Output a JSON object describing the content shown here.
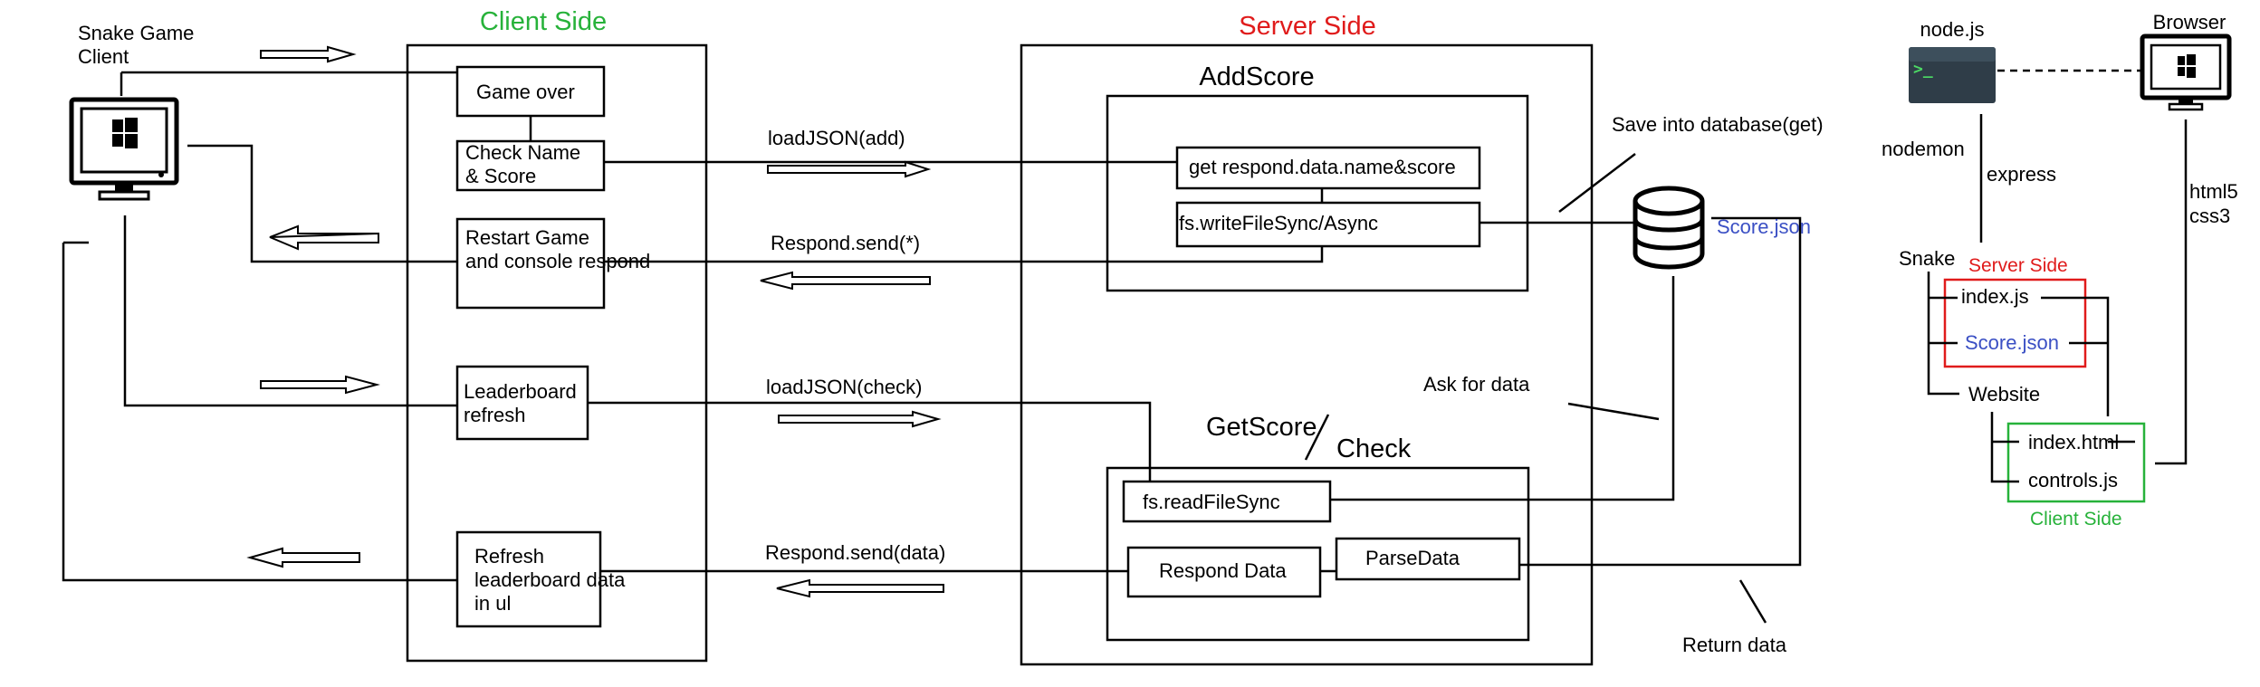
{
  "colors": {
    "green": "#27b23a",
    "red": "#e01b1b",
    "blue": "#3a4fc4"
  },
  "client": {
    "name": "Snake Game Client",
    "icon": "windows-monitor-icon",
    "section_title": "Client Side",
    "boxes": {
      "game_over": "Game over",
      "check_name": "Check Name & Score",
      "restart": "Restart Game and console respond",
      "leaderboard": "Leaderboard refresh",
      "refresh": "Refresh leaderboard data in ul"
    }
  },
  "flows": {
    "load_add": "loadJSON(add)",
    "respond_send": "Respond.send(*)",
    "load_check": "loadJSON(check)",
    "respond_data": "Respond.send(data)"
  },
  "server": {
    "section_title": "Server Side",
    "addscore": {
      "title": "AddScore",
      "get_respond": "get respond.data.name&score",
      "write": "fs.writeFileSync/Async"
    },
    "getscore": {
      "title_get": "GetScore",
      "title_check": "Check",
      "read": "fs.readFileSync",
      "respond": "Respond Data",
      "parse": "ParseData"
    }
  },
  "database": {
    "icon": "database-icon",
    "label": "Score.json",
    "save": "Save into database(get)",
    "ask": "Ask for data",
    "return": "Return data"
  },
  "stack": {
    "node": "node.js",
    "node_icon": "terminal-icon",
    "browser": "Browser",
    "browser_icon": "windows-monitor-icon",
    "nodemon": "nodemon",
    "express": "express",
    "html5": "html5",
    "css3": "css3",
    "tree": {
      "root": "Snake",
      "server_side": "Server Side",
      "index_js": "index.js",
      "score_json": "Score.json",
      "website": "Website",
      "index_html": "index.html",
      "controls_js": "controls.js",
      "client_side": "Client Side"
    }
  }
}
